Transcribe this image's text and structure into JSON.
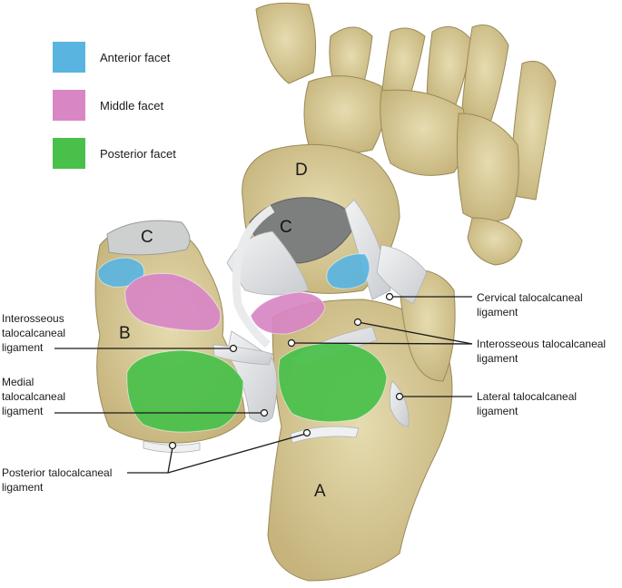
{
  "legend": [
    {
      "label": "Anterior facet",
      "color": "#5ab4e0"
    },
    {
      "label": "Middle facet",
      "color": "#d886c4"
    },
    {
      "label": "Posterior facet",
      "color": "#48c04a"
    }
  ],
  "bone_letters": {
    "a": "A",
    "b": "B",
    "c_left": "C",
    "c_top": "C",
    "d": "D"
  },
  "callouts": {
    "interosseous_left": "Interosseous\ntalocalcaneal\nligament",
    "medial": "Medial\ntalocalcaneal\nligament",
    "posterior": "Posterior talocalcaneal\nligament",
    "cervical": "Cervical talocalcaneal\nligament",
    "interosseous_right": "Interosseous talocalcaneal\nligament",
    "lateral": "Lateral talocalcaneal\nligament"
  },
  "colors": {
    "bone": "#d9cc9a",
    "bone_shadow": "#b8a66e",
    "bone_outline": "#8f7f4f",
    "ligament": "#e4e6e8",
    "cartilage_grey": "#c9cbcb"
  }
}
